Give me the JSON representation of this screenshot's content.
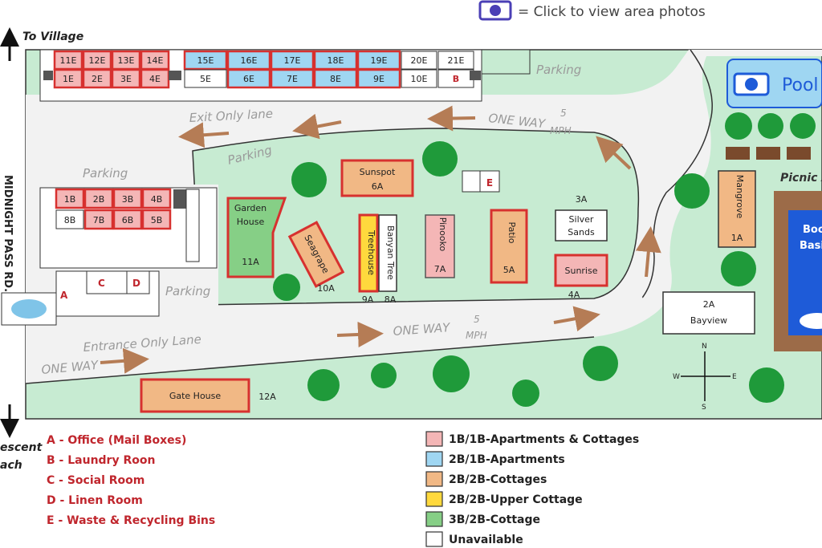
{
  "header": {
    "photo_hint": "= Click to view area photos"
  },
  "directions": {
    "to_village": "To Village",
    "road": "MIDNIGHT PASS RD.",
    "crescent_beach_1": "escent",
    "crescent_beach_2": "ach"
  },
  "colors": {
    "one_one": "#f4b6b6",
    "two_one": "#9fd6f2",
    "two_two": "#f1b885",
    "upper": "#ffd93d",
    "three_two": "#86cf86",
    "unavailable": "#ffffff",
    "border": "#d7312f",
    "ground": "#c7ebd2",
    "road": "#f2f2f2",
    "tree": "#1f9a3a",
    "arrow": "#b57c55",
    "pool": "#1e5bd8"
  },
  "units_top": [
    "11E",
    "12E",
    "13E",
    "14E",
    "15E",
    "16E",
    "17E",
    "18E",
    "19E",
    "20E",
    "21E"
  ],
  "units_bottom": [
    "1E",
    "2E",
    "3E",
    "4E",
    "5E",
    "6E",
    "7E",
    "8E",
    "9E",
    "10E",
    "B"
  ],
  "units_b_top": [
    "1B",
    "2B",
    "3B",
    "4B"
  ],
  "units_b_bottom": [
    "8B",
    "7B",
    "6B",
    "5B"
  ],
  "map_labels": {
    "parking_top": "Parking",
    "parking_left": "Parking",
    "parking_center": "Parking",
    "parking_lower": "Parking",
    "exit_lane": "Exit Only lane",
    "entrance_lane": "Entrance Only Lane",
    "one_way_top": "ONE WAY",
    "one_way_mid": "ONE WAY",
    "one_way_left": "ONE WAY",
    "speed_top_1": "5",
    "speed_top_2": "MPH",
    "speed_mid_1": "5",
    "speed_mid_2": "MPH",
    "picnic": "Picnic A",
    "pool": "Pool",
    "boat_1": "Boc",
    "boat_2": "Basi"
  },
  "buildings": {
    "sunspot": {
      "name": "Sunspot",
      "id": "6A"
    },
    "garden": {
      "name1": "Garden",
      "name2": "House",
      "id": "11A"
    },
    "seagrape": {
      "name": "Seagrape",
      "id": "10A"
    },
    "treehouse": {
      "name": "Treehouse",
      "id": "9A"
    },
    "banyan": {
      "name": "Banyan Tree",
      "id": "8A"
    },
    "pinooko": {
      "name": "Pinooko",
      "id": "7A"
    },
    "patio": {
      "name": "Patio",
      "id": "5A"
    },
    "silver": {
      "id": "3A",
      "name1": "Silver",
      "name2": "Sands"
    },
    "sunrise": {
      "name": "Sunrise",
      "id": "4A"
    },
    "mangrove": {
      "name": "Mangrove",
      "id": "1A"
    },
    "bayview": {
      "id": "2A",
      "name": "Bayview"
    },
    "gate": {
      "name": "Gate House",
      "id": "12A"
    },
    "e_bin": "E",
    "c_social": "C",
    "d_linen": "D",
    "a_office": "A"
  },
  "compass": {
    "n": "N",
    "s": "S",
    "e": "E",
    "w": "W"
  },
  "legend_keys": [
    "A - Office (Mail Boxes)",
    "B - Laundry Roon",
    "C - Social Room",
    "D - Linen Room",
    "E - Waste & Recycling Bins"
  ],
  "legend_types": [
    {
      "label": "1B/1B-Apartments & Cottages",
      "color": "#f4b6b6"
    },
    {
      "label": "2B/1B-Apartments",
      "color": "#9fd6f2"
    },
    {
      "label": "2B/2B-Cottages",
      "color": "#f1b885"
    },
    {
      "label": "2B/2B-Upper Cottage",
      "color": "#ffd93d"
    },
    {
      "label": "3B/2B-Cottage",
      "color": "#86cf86"
    },
    {
      "label": "Unavailable",
      "color": "#ffffff"
    }
  ]
}
